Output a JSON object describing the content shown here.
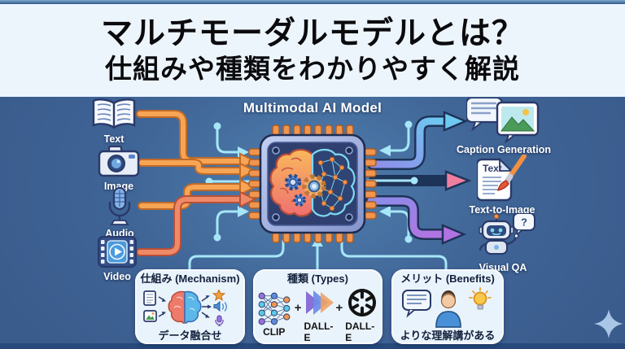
{
  "header": {
    "title_line1": "マルチモーダルモデルとは？",
    "title_line2": "仕組みや種類をわかりやすく解説"
  },
  "diagram": {
    "center_label": "Multimodal AI Model",
    "inputs": [
      {
        "label": "Text",
        "icon": "book-icon"
      },
      {
        "label": "Image",
        "icon": "camera-icon"
      },
      {
        "label": "Audio",
        "icon": "microphone-icon"
      },
      {
        "label": "Video",
        "icon": "video-player-icon"
      }
    ],
    "outputs": [
      {
        "label": "Caption Generation",
        "icon": "caption-generation-icon"
      },
      {
        "label": "Text-to-Image",
        "icon": "text-to-image-icon"
      },
      {
        "label": "Visual QA",
        "icon": "robot-icon"
      }
    ],
    "text_to_image_doc_text": "Text",
    "visual_qa_bubble": "?"
  },
  "panels": {
    "mechanism": {
      "title": "仕組み (Mechanism)",
      "caption": "データ融合せ"
    },
    "types": {
      "title": "種類 (Types)",
      "items": [
        "CLIP",
        "DALL-E",
        "DALL-E"
      ],
      "separator": "+"
    },
    "benefits": {
      "title": "メリット (Benefits)",
      "caption": "よりな理解講がある"
    }
  },
  "colors": {
    "background": "#3f6496",
    "banner": "#edf5fc",
    "input_arrow_orange": "#f7a454",
    "video_arrow_coral": "#ef8a68",
    "signal_cyan": "#a6e6f8",
    "output_arrow_blue": "#6ec9f2",
    "output_arrow_pink": "#ef7f9f",
    "output_arrow_purple": "#b273e2",
    "chip_pin_orange": "#f0954f"
  }
}
